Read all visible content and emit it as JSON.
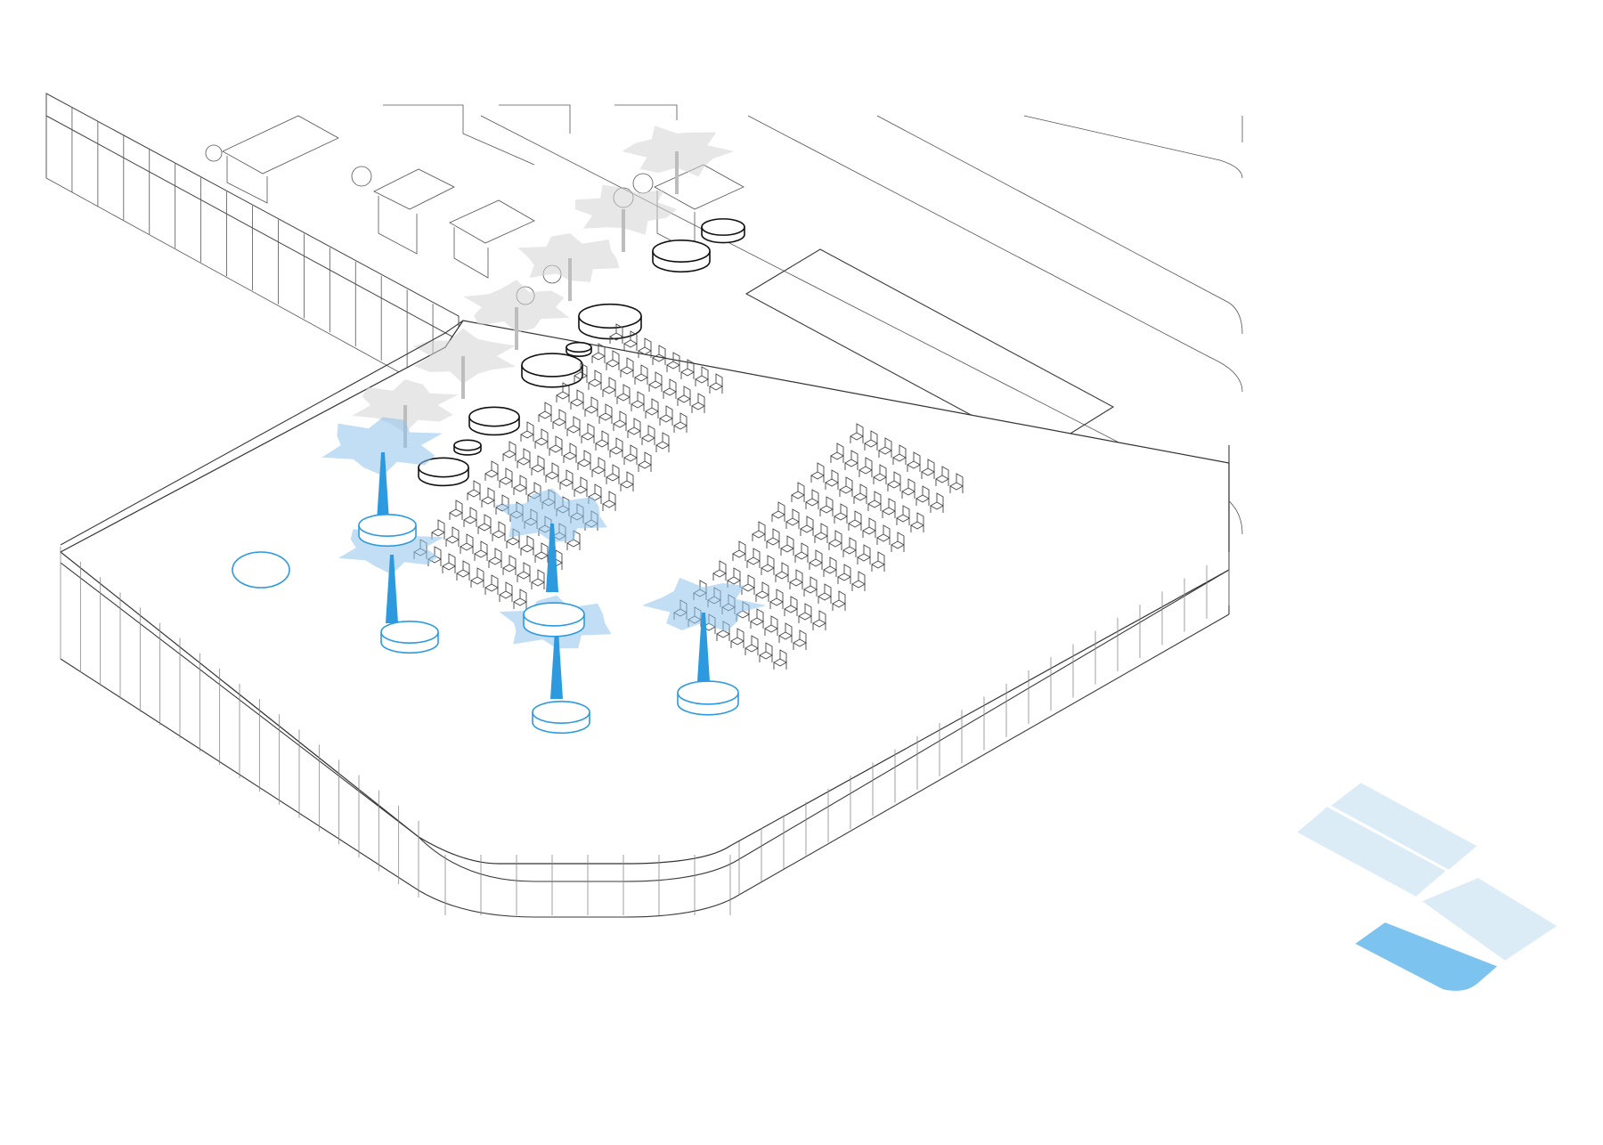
{
  "drawing": {
    "subject": "",
    "colors": {
      "linework": "#3a3a3a",
      "highlight_blue": "#2d9ae0",
      "canopy_blue": "#8ec3ec",
      "canopy_grey": "#d3d3d3",
      "key_light": "#dcecf7",
      "key_highlight": "#7cc4ef"
    },
    "elements": {
      "terrace_floor": "terrace-floor",
      "glass_railing": "glass-railing",
      "seating_rows": "chair-rows",
      "blue_trees": "highlighted-trees",
      "grey_trees": "background-trees",
      "black_planters": "black-planters",
      "blue_planters": "blue-planters",
      "lounge_furniture": "lounge-furniture",
      "key_plan": "key-plan"
    },
    "seating": {
      "left_block_rows": 12,
      "right_block_rows": 10,
      "seats_per_row": 8
    }
  }
}
